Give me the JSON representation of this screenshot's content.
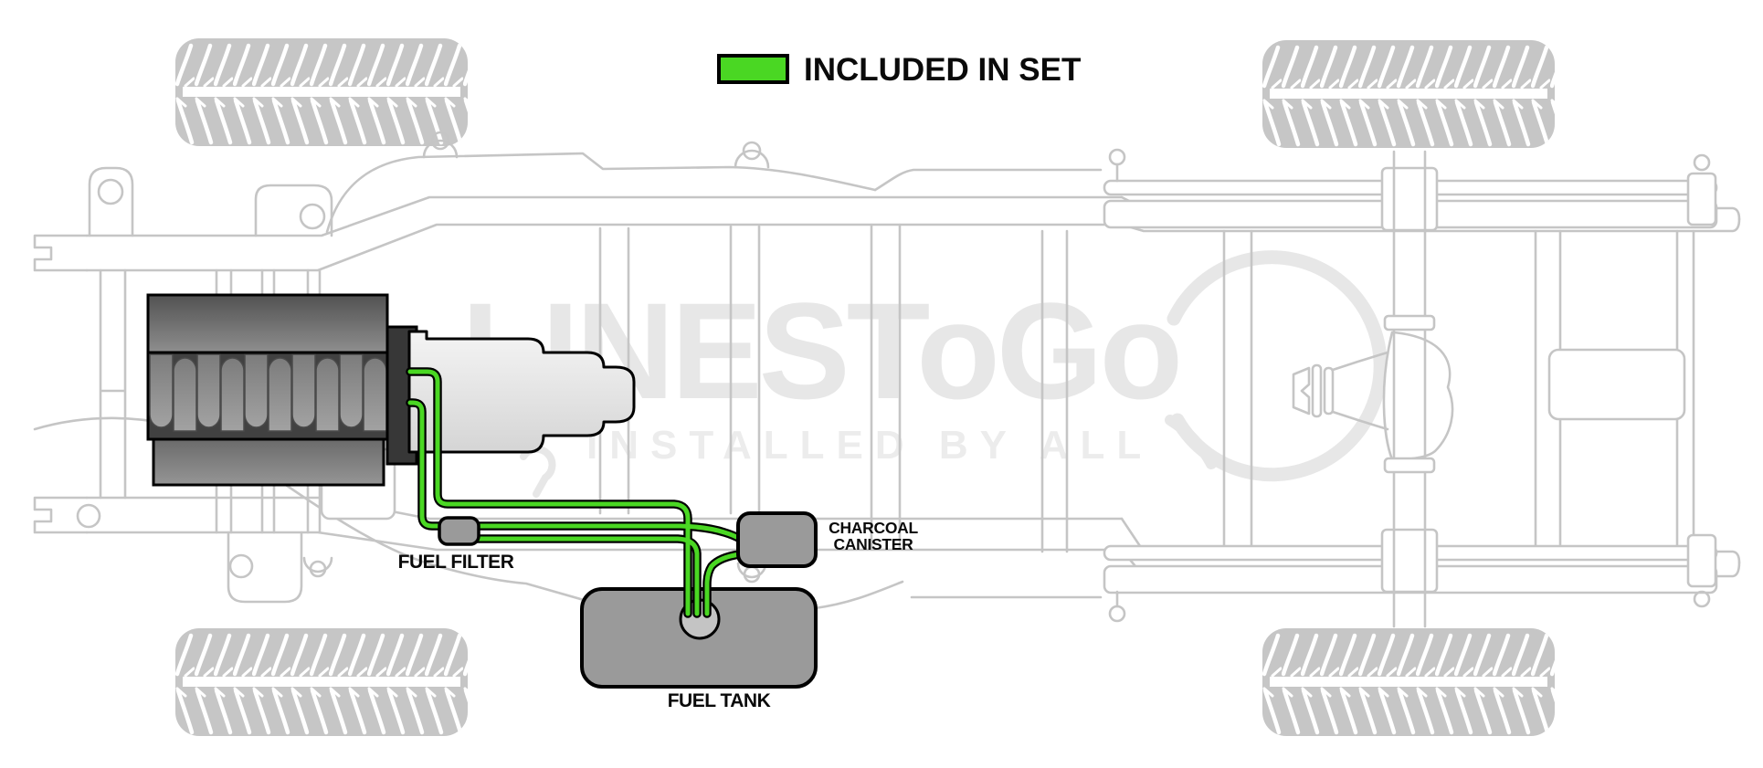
{
  "legend": {
    "label": "INCLUDED IN SET"
  },
  "component_labels": {
    "fuel_filter": "FUEL FILTER",
    "charcoal_canister_line1": "CHARCOAL",
    "charcoal_canister_line2": "CANISTER",
    "fuel_tank": "FUEL TANK"
  },
  "watermark": {
    "brand": "LINESToGo",
    "tagline": "INSTALLED BY ALL"
  },
  "colors": {
    "highlight_green": "#4ad723",
    "component_gray": "#9a9a9a",
    "sender_gray": "#c4c4c4",
    "chassis_gray": "#c5c5c5",
    "watermark_gray": "#e7e7e7",
    "outline_black": "#000000"
  }
}
